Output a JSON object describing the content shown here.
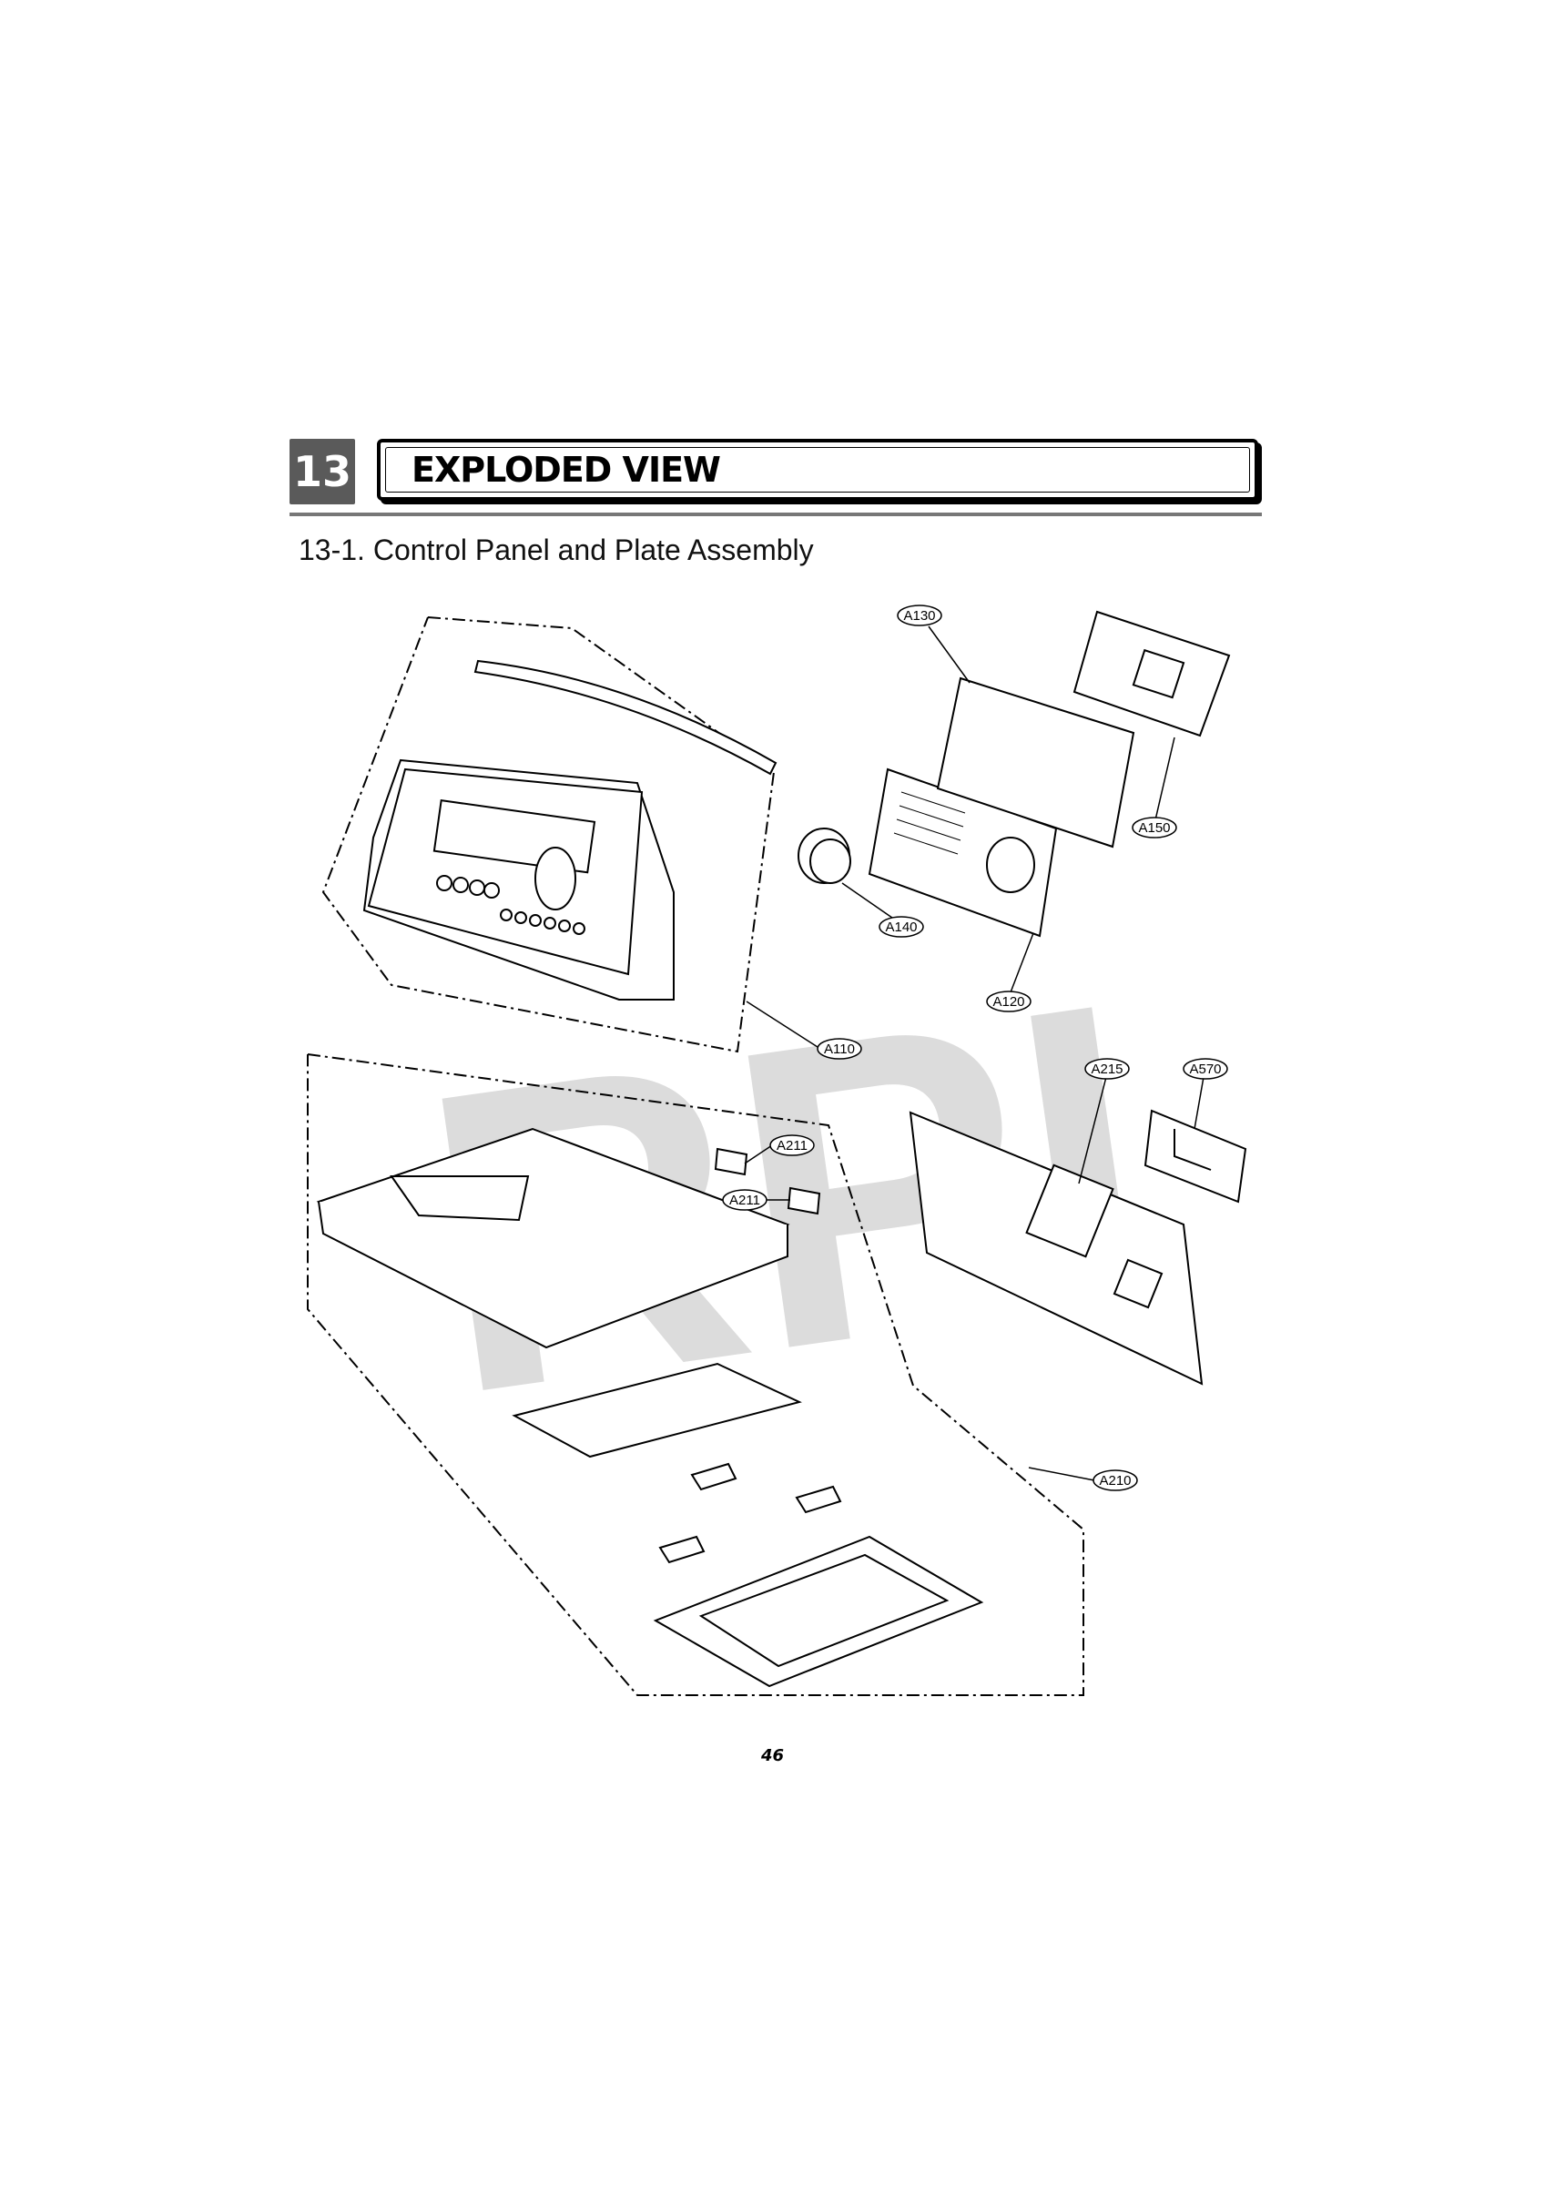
{
  "section": {
    "number": "13",
    "title": "EXPLODED VIEW"
  },
  "subtitle": "13-1. Control Panel and Plate Assembly",
  "watermark": "RPI",
  "callouts": {
    "a130": "A130",
    "a150": "A150",
    "a140": "A140",
    "a120": "A120",
    "a110": "A110",
    "a215": "A215",
    "a570": "A570",
    "a211_top": "A211",
    "a211_bottom": "A211",
    "a210": "A210"
  },
  "page_number": "46",
  "colors": {
    "section_box": "#5a5a5a",
    "rule": "#777777",
    "watermark": "#dcdcdc"
  }
}
